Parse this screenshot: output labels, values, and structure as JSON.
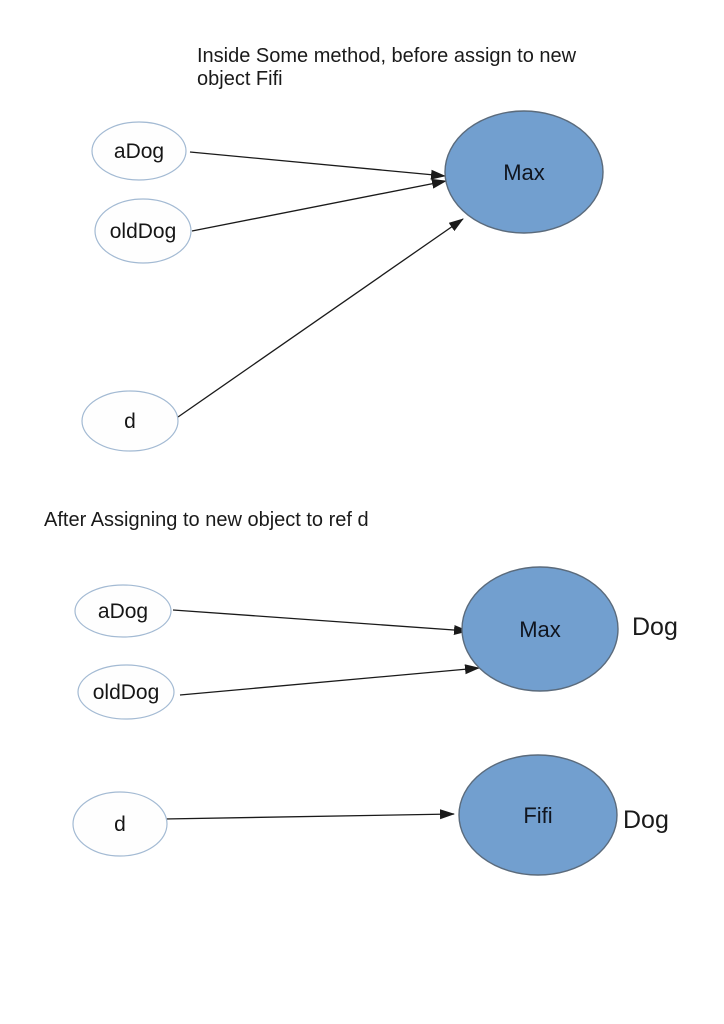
{
  "colors": {
    "object_fill": "#729fcf",
    "object_stroke": "#5b6b7c",
    "reference_stroke": "#a3bad3",
    "arrow": "#1a1a1a",
    "text": "#1a1a1a",
    "background": "#ffffff"
  },
  "before": {
    "title": "Inside Some method, before assign to new object Fifi",
    "refs": {
      "adog": "aDog",
      "olddog": "oldDog",
      "d": "d"
    },
    "objects": {
      "max": "Max"
    }
  },
  "after": {
    "title": "After Assigning to new object to ref d",
    "refs": {
      "adog": "aDog",
      "olddog": "oldDog",
      "d": "d"
    },
    "objects": {
      "max": "Max",
      "fifi": "Fifi"
    },
    "type_labels": {
      "max": "Dog",
      "fifi": "Dog"
    }
  }
}
